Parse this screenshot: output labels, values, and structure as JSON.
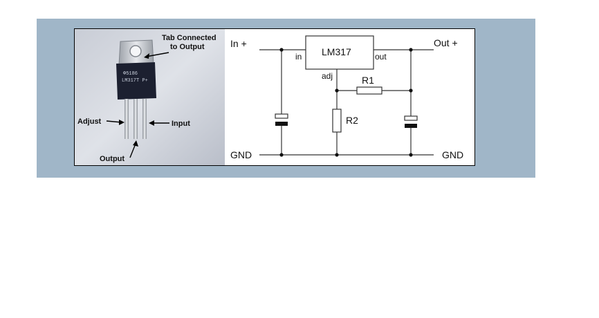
{
  "photo": {
    "tab_label_line1": "Tab Connected",
    "tab_label_line2": "to Output",
    "adjust_label": "Adjust",
    "input_label": "Input",
    "output_label": "Output",
    "chip_marking_line1": "Φ5186",
    "chip_marking_line2": "LM317T P+"
  },
  "schematic": {
    "in_plus": "In +",
    "out_plus": "Out +",
    "gnd_left": "GND",
    "gnd_right": "GND",
    "regulator": "LM317",
    "pin_in": "in",
    "pin_out": "out",
    "pin_adj": "adj",
    "r1": "R1",
    "r2": "R2"
  },
  "colors": {
    "band_background": "#a0b6c8",
    "wire": "#333333"
  }
}
